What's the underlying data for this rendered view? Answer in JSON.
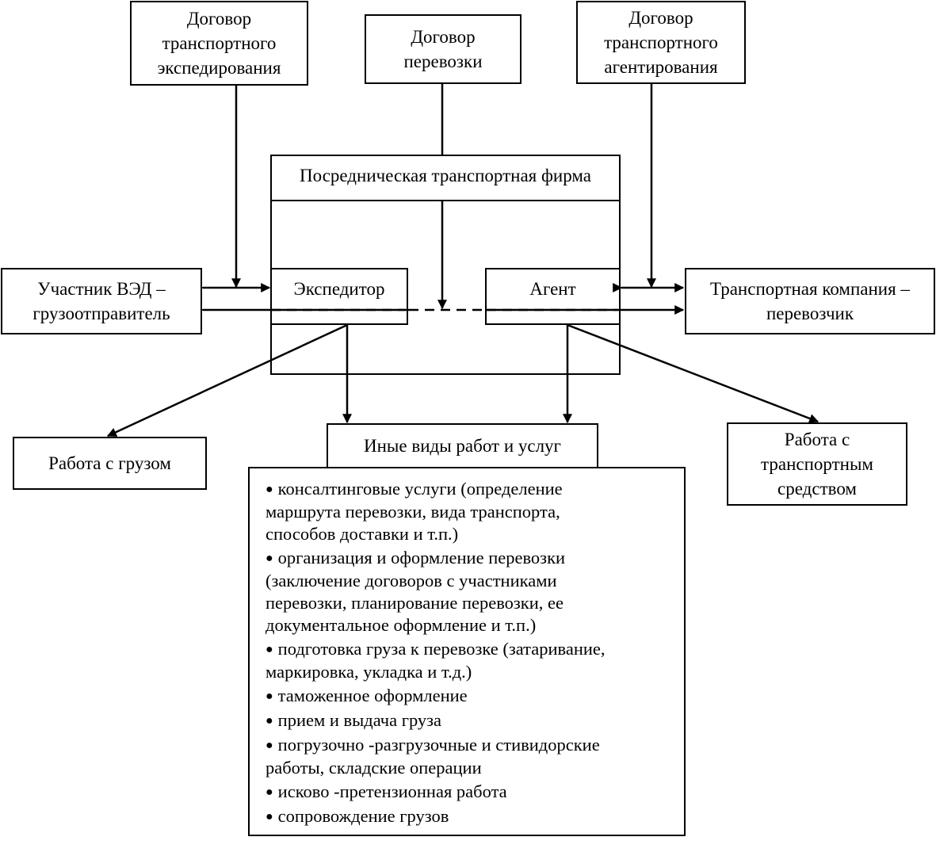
{
  "contracts": {
    "forwarding": [
      "Договор",
      "транспортного",
      "экспедирования"
    ],
    "carriage": [
      "Договор",
      "перевозки"
    ],
    "agency": [
      "Договор",
      "транспортного",
      "агентирования"
    ]
  },
  "firm": {
    "title": "Посредническая транспортная фирма",
    "forwarder": "Экспедитор",
    "agent": "Агент"
  },
  "parties": {
    "shipper": [
      "Участник ВЭД –",
      "грузоотправитель"
    ],
    "carrier": [
      "Транспортная компания –",
      "перевозчик"
    ]
  },
  "work": {
    "cargo": "Работа с грузом",
    "other": "Иные виды работ и услуг",
    "vehicle": [
      "Работа с",
      "транспортным",
      "средством"
    ]
  },
  "bullet_glyph": "●",
  "services": [
    [
      "консалтинговые услуги (определение",
      "маршрута перевозки, вида транспорта,",
      "способов доставки и т.п.)"
    ],
    [
      "организация и оформление перевозки",
      "(заключение договоров с участниками",
      "перевозки, планирование перевозки, ее",
      "документальное оформление и т.п.)"
    ],
    [
      "подготовка груза к перевозке (затаривание,",
      "маркировка, укладка и т.д.)"
    ],
    [
      "таможенное оформление"
    ],
    [
      "прием и выдача груза"
    ],
    [
      "погрузочно -разгрузочные и стивидорские",
      "работы, складские операции"
    ],
    [
      "исково -претензионная работа"
    ],
    [
      "сопровождение грузов"
    ]
  ]
}
